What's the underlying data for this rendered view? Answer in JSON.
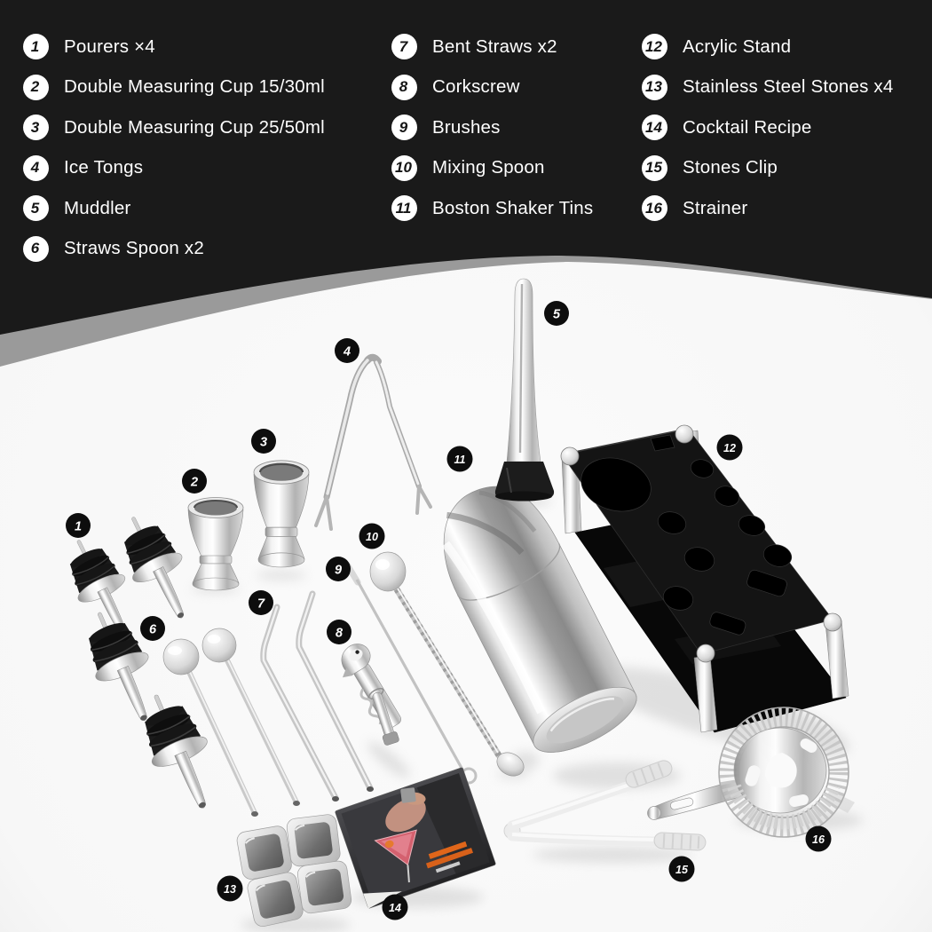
{
  "items": [
    {
      "num": "1",
      "label": "Pourers ×4"
    },
    {
      "num": "2",
      "label": "Double Measuring Cup 15/30ml"
    },
    {
      "num": "3",
      "label": "Double Measuring Cup 25/50ml"
    },
    {
      "num": "4",
      "label": "Ice Tongs"
    },
    {
      "num": "5",
      "label": "Muddler"
    },
    {
      "num": "6",
      "label": "Straws Spoon x2"
    },
    {
      "num": "7",
      "label": "Bent Straws x2"
    },
    {
      "num": "8",
      "label": "Corkscrew"
    },
    {
      "num": "9",
      "label": "Brushes"
    },
    {
      "num": "10",
      "label": "Mixing Spoon"
    },
    {
      "num": "11",
      "label": "Boston Shaker Tins"
    },
    {
      "num": "12",
      "label": "Acrylic Stand"
    },
    {
      "num": "13",
      "label": "Stainless Steel Stones x4"
    },
    {
      "num": "14",
      "label": "Cocktail Recipe"
    },
    {
      "num": "15",
      "label": "Stones Clip"
    },
    {
      "num": "16",
      "label": "Strainer"
    }
  ],
  "colors": {
    "header_bg": "#1a1a1a",
    "wave_gray": "#9a9a9a",
    "photo_bg": "#f8f8f8",
    "legend_badge_bg": "#ffffff",
    "legend_badge_number": "#141414",
    "legend_text": "#ffffff",
    "photo_badge_bg": "#0d0d0d",
    "photo_badge_number": "#ffffff",
    "steel_light": "#f0f0f0",
    "steel_dark": "#8c8c8c",
    "rubber_black": "#1c1c1c",
    "recipe_drink_pink": "#d4616f",
    "recipe_text_orange": "#e0661a",
    "recipe_hand_skin": "#c29180"
  }
}
